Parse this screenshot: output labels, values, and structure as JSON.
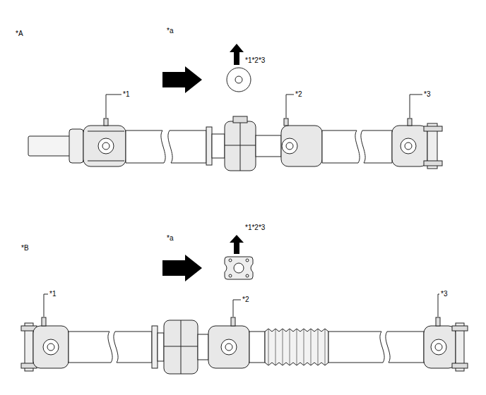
{
  "diagram": {
    "labels": [
      "*A",
      "*a",
      "*1*2*3",
      "*1",
      "*2",
      "*3",
      "*B",
      "*a",
      "*1*2*3",
      "*1",
      "*2",
      "*3"
    ]
  }
}
